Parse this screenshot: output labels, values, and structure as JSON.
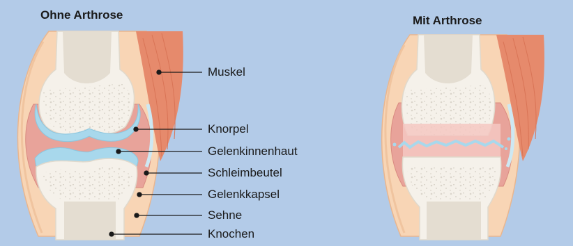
{
  "diagram": {
    "title_left": "Ohne Arthrose",
    "title_right": "Mit Arthrose",
    "labels": [
      "Muskel",
      "Knorpel",
      "Gelenkinnenhaut",
      "Schleimbeutel",
      "Gelenkkapsel",
      "Sehne",
      "Knochen"
    ]
  },
  "colors": {
    "background": "#b3cbe8",
    "bone": "#f5f1ea",
    "cartilage": "#a8d8ec",
    "synovium": "#e8a39a",
    "capsule": "#f8d5b5",
    "muscle": "#e68a6c"
  }
}
